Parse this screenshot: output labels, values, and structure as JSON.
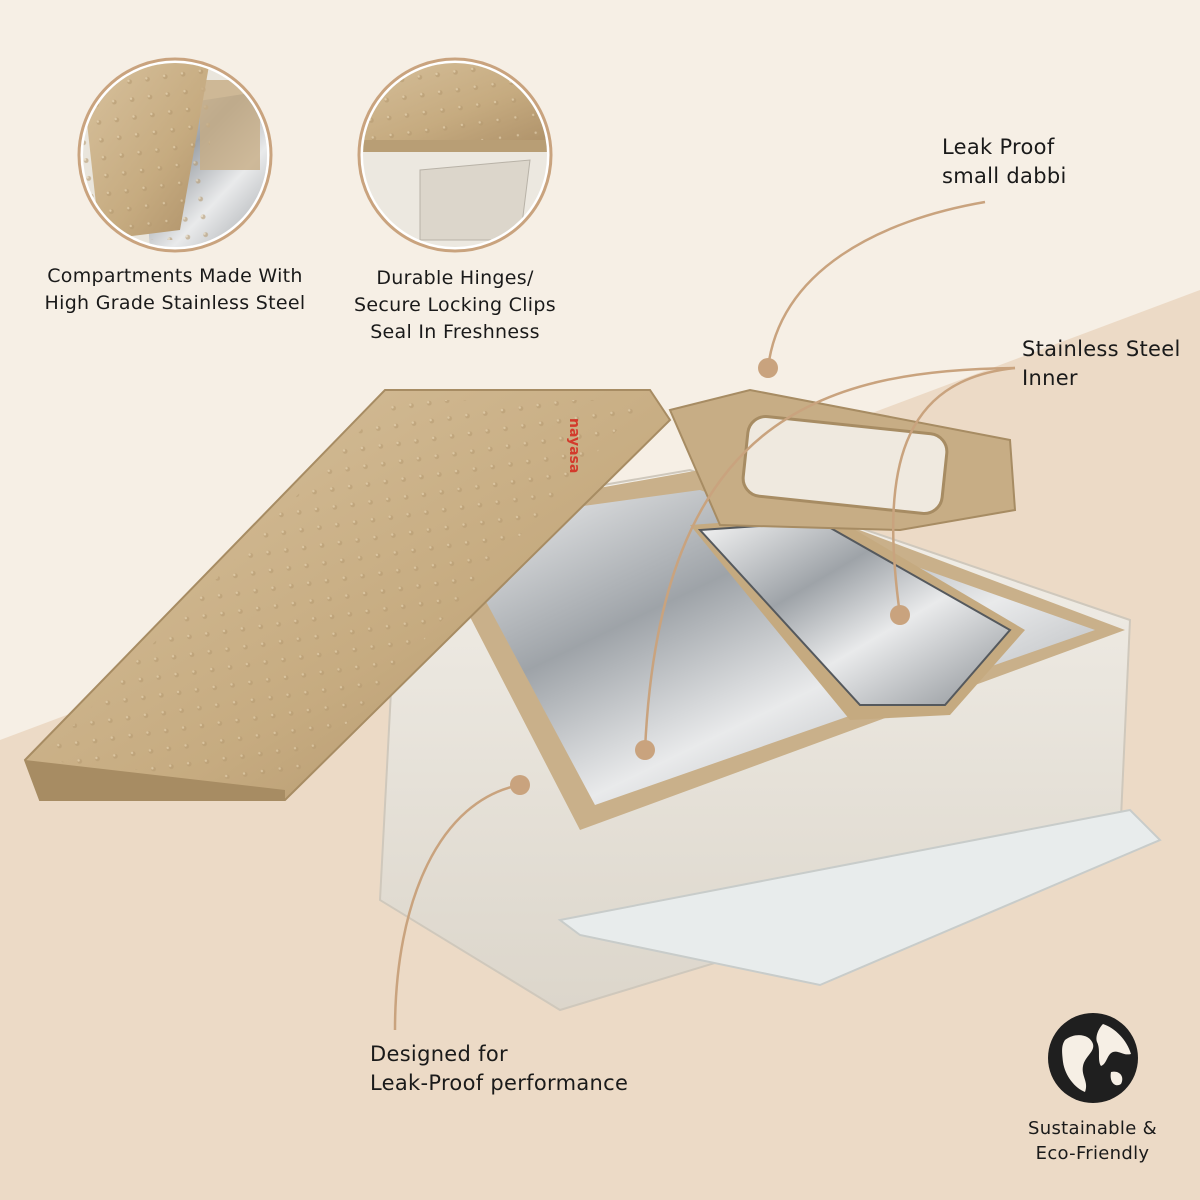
{
  "features": {
    "compartments": {
      "lines": [
        "Compartments Made With",
        "High Grade Stainless Steel"
      ]
    },
    "hinges": {
      "lines": [
        "Durable Hinges/",
        "Secure Locking Clips",
        "Seal In Freshness"
      ]
    }
  },
  "callouts": {
    "dabbi": {
      "lines": [
        "Leak Proof",
        "small dabbi"
      ]
    },
    "inner": {
      "lines": [
        "Stainless Steel",
        "Inner"
      ]
    },
    "leakproof": {
      "lines": [
        "Designed for",
        "Leak-Proof performance"
      ]
    }
  },
  "product": {
    "brand": "nayasa"
  },
  "badge": {
    "lines": [
      "Sustainable &",
      "Eco-Friendly"
    ],
    "icon": "globe-icon"
  },
  "colors": {
    "background_light": "#f6efe5",
    "background_band": "#ecdac6",
    "lid_gold": "#c7ad85",
    "lid_gold_dark": "#a78c63",
    "body_cream": "#ece7dd",
    "steel": "#b9bcbf",
    "callout_line": "#c9a37e",
    "brand_red": "#d33a2c"
  }
}
